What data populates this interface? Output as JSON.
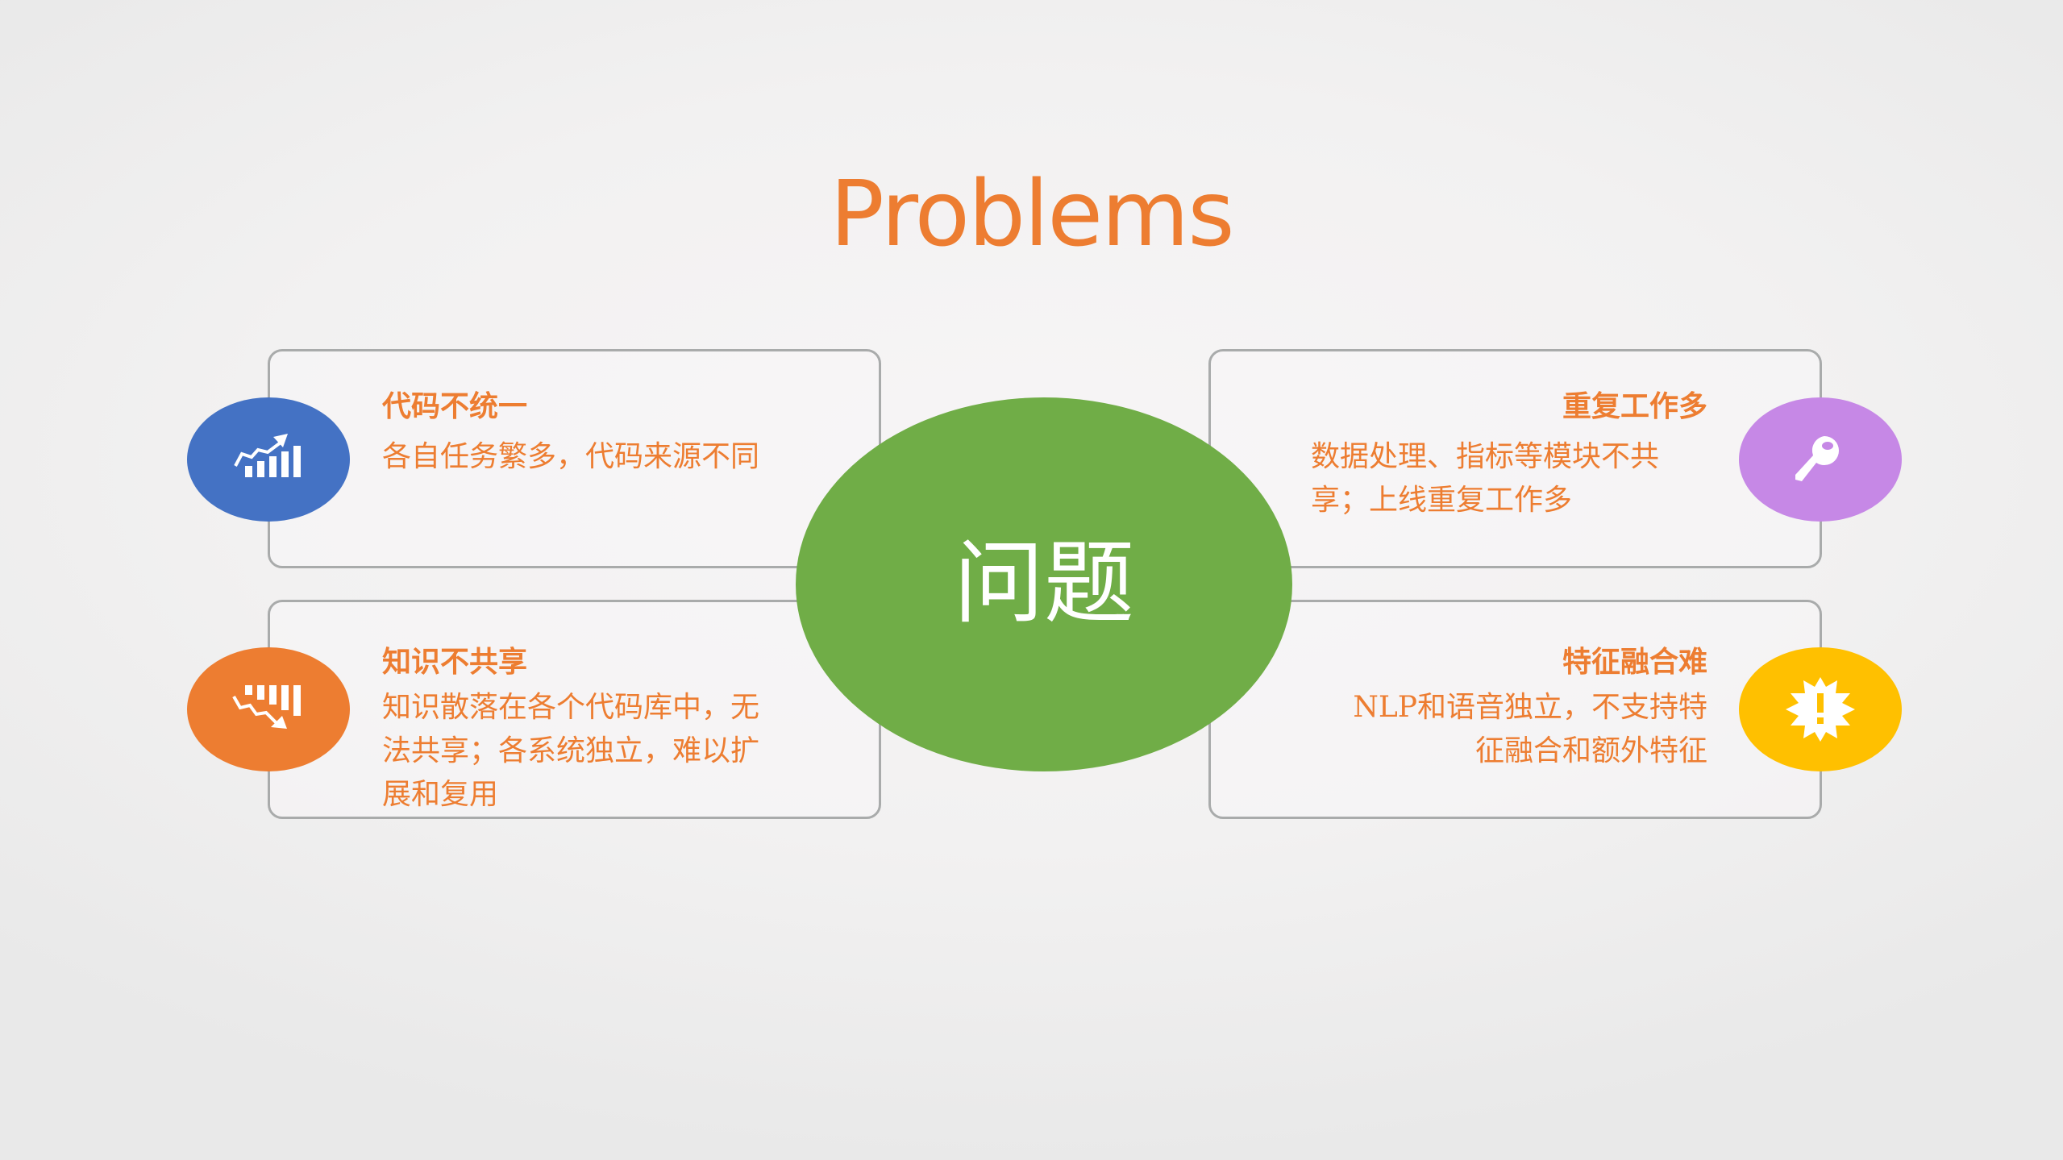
{
  "slide": {
    "title": "Problems",
    "center": {
      "label": "问题",
      "color": "#70ad47"
    },
    "accent_text_color": "#ed7d31",
    "items": [
      {
        "position": "top-left",
        "heading": "代码不统一",
        "description": "各自任务繁多，代码来源不同",
        "icon": "chart-up-icon",
        "icon_color": "#4472c4"
      },
      {
        "position": "bottom-left",
        "heading": "知识不共享",
        "description": "知识散落在各个代码库中，无法共享；各系统独立，难以扩展和复用",
        "icon": "chart-down-icon",
        "icon_color": "#ed7d31"
      },
      {
        "position": "top-right",
        "heading": "重复工作多",
        "description": "数据处理、指标等模块不共享；上线重复工作多",
        "icon": "key-icon",
        "icon_color": "#c688e6"
      },
      {
        "position": "bottom-right",
        "heading": "特征融合难",
        "description": "NLP和语音独立，不支持特征融合和额外特征",
        "icon": "alert-burst-icon",
        "icon_color": "#ffc000"
      }
    ]
  }
}
